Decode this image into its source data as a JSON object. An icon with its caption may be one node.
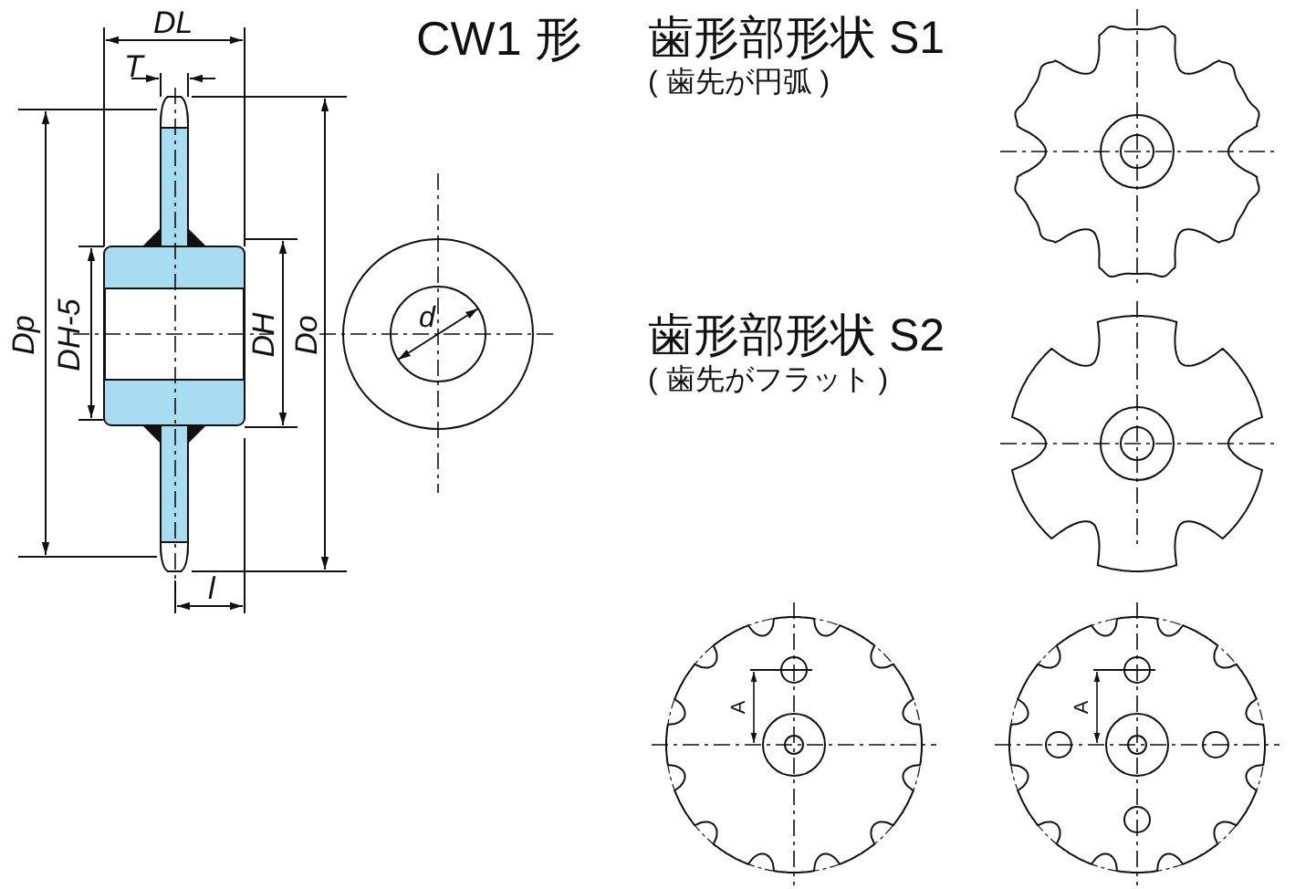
{
  "diagram": {
    "title": "CW1 形",
    "labels": [
      "DL",
      "T",
      "歯形部形状 S1",
      "( 歯先が円弧 )",
      "Dp",
      "DH-5",
      "DH",
      "Do",
      "d",
      "歯形部形状 S2",
      "( 歯先がフラット )",
      "l",
      "A",
      "A"
    ]
  }
}
